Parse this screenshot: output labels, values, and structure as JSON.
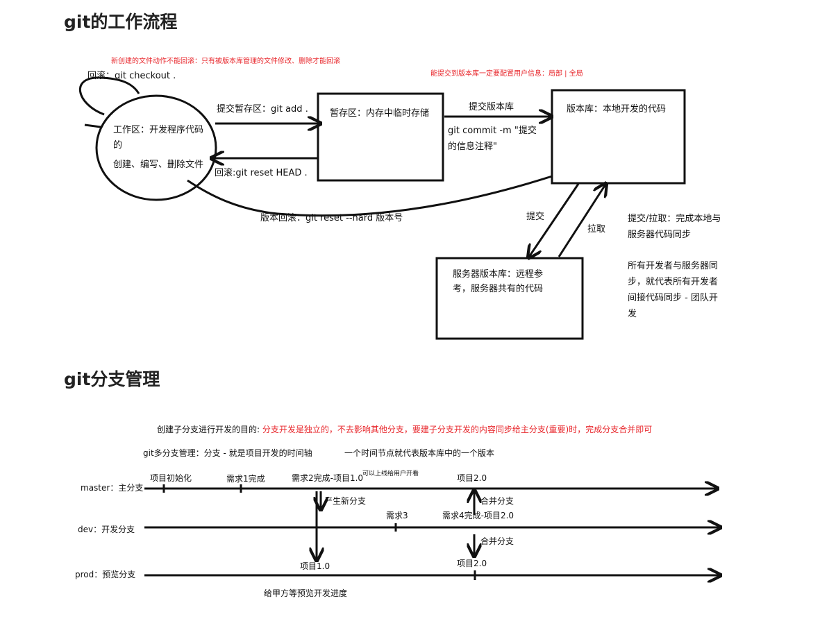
{
  "headings": {
    "workflow": "git的工作流程",
    "branch": "git分支管理"
  },
  "workflow": {
    "note_checkout": "新创建的文件动作不能回滚：只有被版本库管理的文件修改、删除才能回滚",
    "note_config": "能提交到版本库一定要配置用户信息：局部 | 全局",
    "rollback_checkout": "回滚：git checkout .",
    "working_area": {
      "line1": "工作区：开发程序代码",
      "line2": "的",
      "line3": "创建、编写、删除文件"
    },
    "add_label": "提交暂存区：git add .",
    "reset_label": "回滚:git reset HEAD .",
    "staging_area": "暂存区：内存中临时存储",
    "commit_title": "提交版本库",
    "commit_line1": "git commit -m \"提交",
    "commit_line2": "的信息注释\"",
    "repo": "版本库：本地开发的代码",
    "hard_reset": "版本回滚：git reset --hard 版本号",
    "push": "提交",
    "pull": "拉取",
    "server": "服务器版本库：远程参考，服务器共有的代码",
    "sync_note1": "提交/拉取：完成本地与服务器代码同步",
    "sync_note2": "所有开发者与服务器同步，就代表所有开发者间接代码同步 - 团队开发"
  },
  "branch": {
    "purpose_label": "创建子分支进行开发的目的:",
    "purpose_text": "分支开发是独立的，不去影响其他分支，要建子分支开发的内容同步给主分支(重要)时，完成分支合并即可",
    "multi": "git多分支管理：分支 - 就是项目开发的时间轴",
    "node_note": "一个时间节点就代表版本库中的一个版本",
    "master": "master：主分支",
    "dev": "dev：开发分支",
    "prod": "prod：预览分支",
    "init": "项目初始化",
    "req1": "需求1完成",
    "req2": "需求2完成-项目1.0",
    "online": "可以上线给用户开看",
    "v2_master": "项目2.0",
    "new_branch": "产生新分支",
    "merge1": "合并分支",
    "req3": "需求3",
    "req4": "需求4完成-项目2.0",
    "merge2": "合并分支",
    "prod_v1": "项目1.0",
    "prod_v2": "项目2.0",
    "preview": "给甲方等预览开发进度"
  },
  "colors": {
    "accent_red": "#e8262b",
    "ink": "#111111"
  }
}
